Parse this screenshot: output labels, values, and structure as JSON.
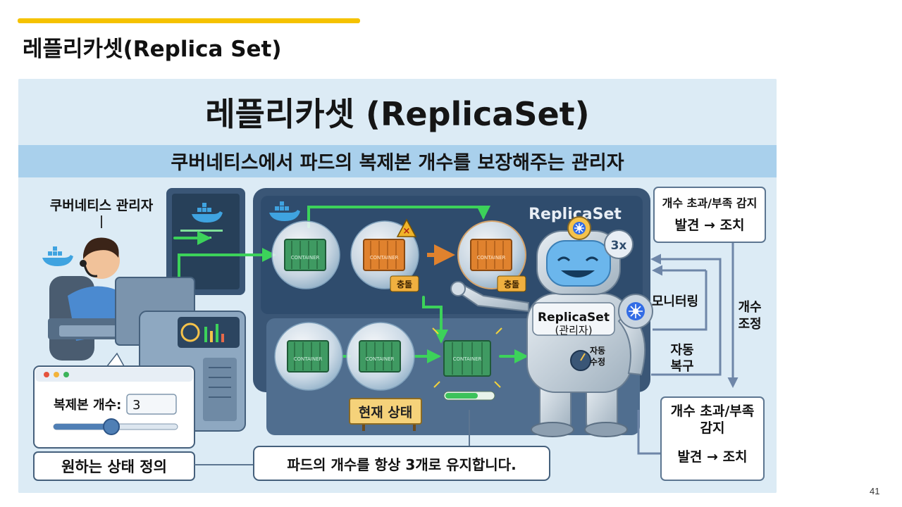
{
  "slide": {
    "title": "레플리카셋(Replica Set)",
    "page_number": "41"
  },
  "illustration": {
    "heading": "레플리카셋 (ReplicaSet)",
    "subheading": "쿠버네티스에서 파드의 복제본 개수를 보장해주는 관리자",
    "admin_label": "쿠버네티스 관리자",
    "replicaset_label": "ReplicaSet",
    "replica_multiplier": "3x",
    "robot_label_title": "ReplicaSet",
    "robot_label_sub": "(관리자)",
    "robot_dial_label": [
      "자동",
      "수정"
    ],
    "container_label": "CONTAINER",
    "conflict_tag": "충돌",
    "current_state_sign": "현재 상태",
    "monitoring_label": "모니터링",
    "auto_recover_label": [
      "자동",
      "복구"
    ],
    "count_adjust_label": [
      "개수",
      "조정"
    ],
    "detect_box_top": {
      "line1": "개수 초과/부족 감지",
      "line2": "발견 → 조치"
    },
    "detect_box_bottom": {
      "line1": "개수 초과/부족",
      "line2": "감지",
      "line3": "발견 → 조치"
    },
    "replica_panel": {
      "label": "복제본 개수:",
      "value": "3"
    },
    "desired_state_caption": "원하는 상태 정의",
    "maintain_caption": "파드의 개수를 항상 3개로 유지합니다."
  },
  "colors": {
    "accent": "#f5c200",
    "container_green": "#3f9a62",
    "container_orange": "#e0822e",
    "flow_green": "#3cd25a",
    "panel_navy": "#2f4c6d",
    "header_band": "#a9d0ec"
  }
}
